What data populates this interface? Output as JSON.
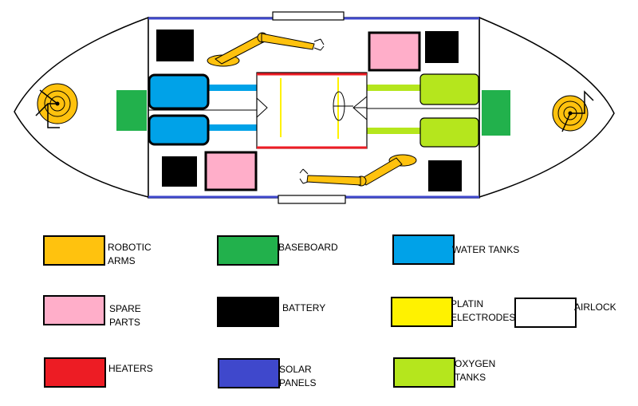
{
  "legend": [
    {
      "key": "robotic_arms",
      "label": "ROBOTIC\nARMS",
      "color": "#FFC20E"
    },
    {
      "key": "baseboard",
      "label": "BASEBOARD",
      "color": "#22B14C"
    },
    {
      "key": "water_tanks",
      "label": "WATER TANKS",
      "color": "#00A2E8"
    },
    {
      "key": "spare_parts",
      "label": "SPARE\nPARTS",
      "color": "#FFAEC9"
    },
    {
      "key": "battery",
      "label": "BATTERY",
      "color": "#000000"
    },
    {
      "key": "platin_electrodes",
      "label": "PLATIN\nELECTRODES",
      "color": "#FFF200"
    },
    {
      "key": "airlock",
      "label": "AIRLOCK",
      "color": "#FFFFFF"
    },
    {
      "key": "heaters",
      "label": "HEATERS",
      "color": "#ED1C24"
    },
    {
      "key": "solar_panels",
      "label": "SOLAR\nPANELS",
      "color": "#3F48CC"
    },
    {
      "key": "oxygen_tanks",
      "label": "OXYGEN\nTANKS",
      "color": "#B5E61D"
    }
  ]
}
